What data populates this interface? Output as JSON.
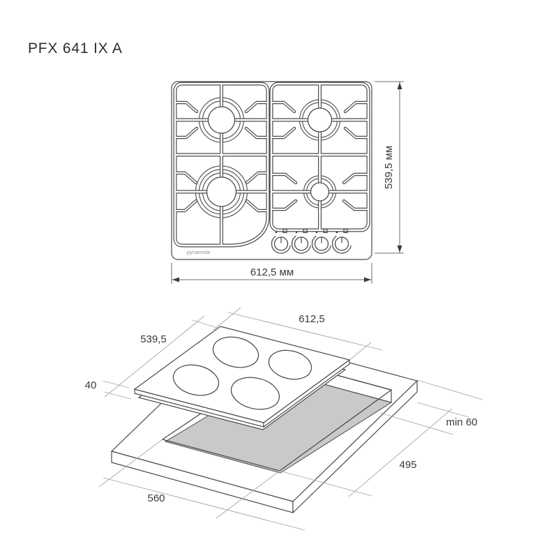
{
  "title": "PFX 641 IX A",
  "brand": "pyramida",
  "top_view": {
    "width_label": "612,5 мм",
    "depth_label": "539,5 мм",
    "burner_count": 4,
    "knob_count": 4
  },
  "installation_view": {
    "hob_width": "612,5",
    "hob_depth": "539,5",
    "hob_height": "40",
    "cutout_width": "560",
    "cutout_depth": "495",
    "rear_clearance": "min 60"
  },
  "colors": {
    "background": "#ffffff",
    "drawing_line": "#4a4a4a",
    "dimension_line": "#a6a6a6",
    "cutout_fill": "#c9c9c9",
    "text": "#3a3a3a"
  }
}
